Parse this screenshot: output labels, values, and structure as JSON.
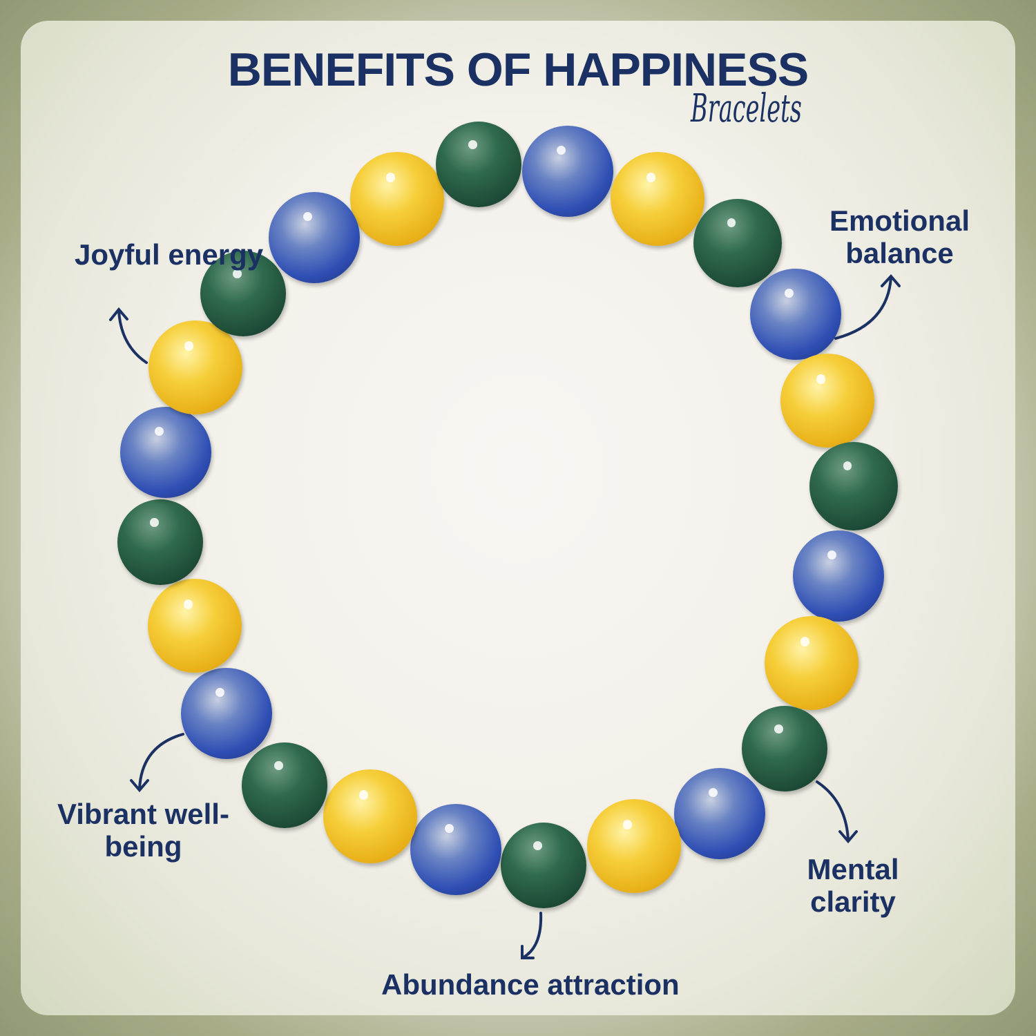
{
  "title": "BENEFITS OF HAPPINESS",
  "subtitle": "Bracelets",
  "labels": {
    "joyful": "Joyful energy",
    "emotional": "Emotional balance",
    "vibrant": "Vibrant well-being",
    "mental": "Mental clarity",
    "abundance": "Abundance attraction"
  },
  "bead_sequence": [
    "citrine",
    "aventurine",
    "lapis"
  ],
  "colors": {
    "text": "#1b3163",
    "citrine": "#f6cf3b",
    "aventurine": "#2f6a4d",
    "lapis": "#2f4fb4"
  }
}
